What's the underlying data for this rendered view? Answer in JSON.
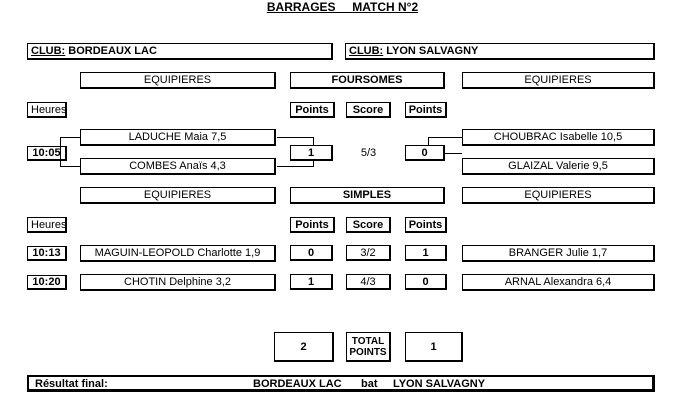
{
  "title": "BARRAGES     MATCH N°2",
  "club_left_label": "CLUB:",
  "club_left": "BORDEAUX LAC",
  "club_right_label": "CLUB:",
  "club_right": "LYON SALVAGNY",
  "equipieres": "EQUIPIERES",
  "foursomes": "FOURSOMES",
  "simples": "SIMPLES",
  "heures": "Heures",
  "points": "Points",
  "score": "Score",
  "foursome": {
    "time": "10:05",
    "left_players": [
      "LADUCHE Maia  7,5",
      "COMBES Anaïs  4,3"
    ],
    "right_players": [
      "CHOUBRAC Isabelle  10,5",
      "GLAIZAL Valerie  9,5"
    ],
    "left_points": "1",
    "score": "5/3",
    "right_points": "0"
  },
  "singles": [
    {
      "time": "10:13",
      "left": "MAGUIN-LEOPOLD Charlotte  1,9",
      "left_points": "0",
      "score": "3/2",
      "right_points": "1",
      "right": "BRANGER Julie  1,7"
    },
    {
      "time": "10:20",
      "left": "CHOTIN Delphine  3,2",
      "left_points": "1",
      "score": "4/3",
      "right_points": "0",
      "right": "ARNAL Alexandra  6,4"
    }
  ],
  "total_left": "2",
  "total_label_1": "TOTAL",
  "total_label_2": "POINTS",
  "total_right": "1",
  "result_label": "Résultat final:",
  "result_winner": "BORDEAUX LAC",
  "result_verb": "bat",
  "result_loser": "LYON SALVAGNY"
}
